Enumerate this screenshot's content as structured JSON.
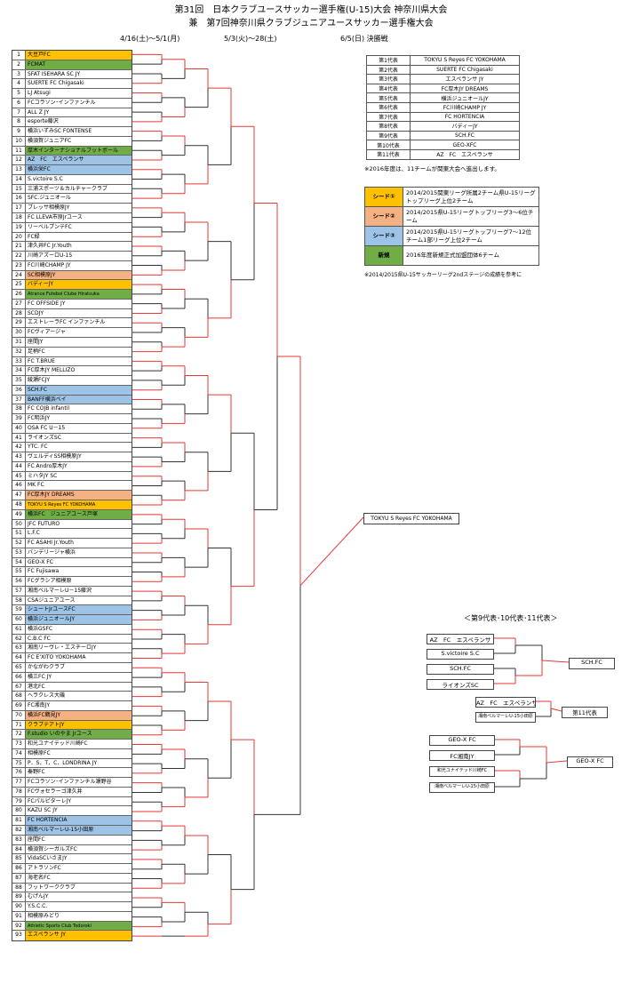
{
  "title_line1": "第31回　日本クラブユースサッカー選手権(U-15)大会 神奈川県大会",
  "title_line2": "兼　第7回神奈川県クラブジュニアユースサッカー選手権大会",
  "dates": [
    "4/16(土)〜5/1(月)",
    "5/3(火)〜28(土)",
    "6/5(日) 決勝戦"
  ],
  "teams": [
    {
      "no": "1",
      "name": "大豆戸FC",
      "seed": "s1"
    },
    {
      "no": "2",
      "name": "FCMAT",
      "seed": "nw"
    },
    {
      "no": "3",
      "name": "SFAT ISEHARA SC JY",
      "seed": ""
    },
    {
      "no": "4",
      "name": "SUERTE FC Chigasaki",
      "seed": ""
    },
    {
      "no": "5",
      "name": "LJ Atsugi",
      "seed": ""
    },
    {
      "no": "6",
      "name": "FCコラソン･インファンチル",
      "seed": ""
    },
    {
      "no": "7",
      "name": "ALL Z JY",
      "seed": ""
    },
    {
      "no": "8",
      "name": "esporte藤沢",
      "seed": ""
    },
    {
      "no": "9",
      "name": "横浜いずみSC FONTENSE",
      "seed": ""
    },
    {
      "no": "10",
      "name": "横須賀ジュニアFC",
      "seed": ""
    },
    {
      "no": "11",
      "name": "厚木インターナショナルフットボール",
      "seed": "nw"
    },
    {
      "no": "12",
      "name": "AZ　FC　エスペランサ",
      "seed": "s3"
    },
    {
      "no": "13",
      "name": "横浜栄FC",
      "seed": "s3"
    },
    {
      "no": "14",
      "name": "S.victoire S.C",
      "seed": ""
    },
    {
      "no": "15",
      "name": "三浦スポーツ＆カルチャークラブ",
      "seed": ""
    },
    {
      "no": "16",
      "name": "SFC.ジュニオール",
      "seed": ""
    },
    {
      "no": "17",
      "name": "ブレッサ相模原JY",
      "seed": ""
    },
    {
      "no": "18",
      "name": "FC LLEVA市原Jrユース",
      "seed": ""
    },
    {
      "no": "19",
      "name": "リーベルプンテFC",
      "seed": ""
    },
    {
      "no": "20",
      "name": "FC緑",
      "seed": ""
    },
    {
      "no": "21",
      "name": "津久井FC Jr.Youth",
      "seed": ""
    },
    {
      "no": "22",
      "name": "川崎アズーロU-15",
      "seed": ""
    },
    {
      "no": "23",
      "name": "FC川崎CHAMP JY",
      "seed": ""
    },
    {
      "no": "24",
      "name": "SC相模原JY",
      "seed": "s2"
    },
    {
      "no": "25",
      "name": "バディーJY",
      "seed": "s1"
    },
    {
      "no": "26",
      "name": "Atrance Futebol Clube Hiratsuka",
      "seed": "nw"
    },
    {
      "no": "27",
      "name": "FC OFFSIDE JY",
      "seed": ""
    },
    {
      "no": "28",
      "name": "SCDJY",
      "seed": ""
    },
    {
      "no": "29",
      "name": "エストレーラFC インファンチル",
      "seed": ""
    },
    {
      "no": "30",
      "name": "FCヴィアージャ",
      "seed": ""
    },
    {
      "no": "31",
      "name": "座間JY",
      "seed": ""
    },
    {
      "no": "32",
      "name": "足柄FC",
      "seed": ""
    },
    {
      "no": "33",
      "name": "FC T.BRUE",
      "seed": ""
    },
    {
      "no": "34",
      "name": "FC厚木JY MELLIZO",
      "seed": ""
    },
    {
      "no": "35",
      "name": "綾瀬FCJY",
      "seed": ""
    },
    {
      "no": "36",
      "name": "SCH.FC",
      "seed": "s3"
    },
    {
      "no": "37",
      "name": "BANFF横浜ベイ",
      "seed": "s3"
    },
    {
      "no": "38",
      "name": "FC COJB infantil",
      "seed": ""
    },
    {
      "no": "39",
      "name": "FC明浜JY",
      "seed": ""
    },
    {
      "no": "40",
      "name": "OSA FC U－15",
      "seed": ""
    },
    {
      "no": "41",
      "name": "ライオンズSC",
      "seed": ""
    },
    {
      "no": "42",
      "name": "YTC. FC",
      "seed": ""
    },
    {
      "no": "43",
      "name": "ヴェルディSS相模原JY",
      "seed": ""
    },
    {
      "no": "44",
      "name": "FC Andro厚木JY",
      "seed": ""
    },
    {
      "no": "45",
      "name": "ミハタJY SC",
      "seed": ""
    },
    {
      "no": "46",
      "name": "MK FC",
      "seed": ""
    },
    {
      "no": "47",
      "name": "FC厚木JY DREAMS",
      "seed": "s2"
    },
    {
      "no": "48",
      "name": "TOKYU S Reyes FC YOKOHAMA",
      "seed": "s1"
    },
    {
      "no": "49",
      "name": "横浜FC　ジュニアユース戸塚",
      "seed": "nw"
    },
    {
      "no": "50",
      "name": "JFC FUTURO",
      "seed": ""
    },
    {
      "no": "51",
      "name": "L.F.C",
      "seed": ""
    },
    {
      "no": "52",
      "name": "FC ASAHI Jr.Youth",
      "seed": ""
    },
    {
      "no": "53",
      "name": "バンデリージャ横浜",
      "seed": ""
    },
    {
      "no": "54",
      "name": "GEO-X FC",
      "seed": ""
    },
    {
      "no": "55",
      "name": "FC Fujisawa",
      "seed": ""
    },
    {
      "no": "56",
      "name": "FCグラシア相模原",
      "seed": ""
    },
    {
      "no": "57",
      "name": "湘南ベルマーレU－15藤沢",
      "seed": ""
    },
    {
      "no": "58",
      "name": "CSAジュニアユース",
      "seed": ""
    },
    {
      "no": "59",
      "name": "シュートJrユースFC",
      "seed": "s3"
    },
    {
      "no": "60",
      "name": "横浜ジュニオールJY",
      "seed": "s3"
    },
    {
      "no": "61",
      "name": "横浜GSFC",
      "seed": ""
    },
    {
      "no": "62",
      "name": "C.B.C FC",
      "seed": ""
    },
    {
      "no": "63",
      "name": "湘南リーヴレ・エスチーロJY",
      "seed": ""
    },
    {
      "no": "64",
      "name": "FC E'XITO YOKOHAMA",
      "seed": ""
    },
    {
      "no": "65",
      "name": "かながわクラブ",
      "seed": ""
    },
    {
      "no": "66",
      "name": "横三FC JY",
      "seed": ""
    },
    {
      "no": "67",
      "name": "港北FC",
      "seed": ""
    },
    {
      "no": "68",
      "name": "ヘラクレス大磯",
      "seed": ""
    },
    {
      "no": "69",
      "name": "FC湘南JY",
      "seed": ""
    },
    {
      "no": "70",
      "name": "横浜FC鶴見JY",
      "seed": "s2"
    },
    {
      "no": "71",
      "name": "クラブテアトJY",
      "seed": "s1"
    },
    {
      "no": "72",
      "name": "F.studio いのやま Jrユース",
      "seed": "nw"
    },
    {
      "no": "73",
      "name": "和光ユナイテッド川崎FC",
      "seed": ""
    },
    {
      "no": "74",
      "name": "相模原FC",
      "seed": ""
    },
    {
      "no": "75",
      "name": "P．S．T．C．LONDRINA JY",
      "seed": ""
    },
    {
      "no": "76",
      "name": "秦野FC",
      "seed": ""
    },
    {
      "no": "77",
      "name": "FCコラソン･インファンチル瀬野谷",
      "seed": ""
    },
    {
      "no": "78",
      "name": "FCヴォセラーゴ津久井",
      "seed": ""
    },
    {
      "no": "79",
      "name": "FCパルピターレJY",
      "seed": ""
    },
    {
      "no": "80",
      "name": "KAZU SC JY",
      "seed": ""
    },
    {
      "no": "81",
      "name": "FC HORTENCIA",
      "seed": "s3"
    },
    {
      "no": "82",
      "name": "湘南ベルマーレU-15小田原",
      "seed": "s3"
    },
    {
      "no": "83",
      "name": "座間FC",
      "seed": ""
    },
    {
      "no": "84",
      "name": "横須賀シーガルズFC",
      "seed": ""
    },
    {
      "no": "85",
      "name": "VidaSCいさまJY",
      "seed": ""
    },
    {
      "no": "86",
      "name": "アトラソンFC",
      "seed": ""
    },
    {
      "no": "87",
      "name": "海老名FC",
      "seed": ""
    },
    {
      "no": "88",
      "name": "フットワーククラブ",
      "seed": ""
    },
    {
      "no": "89",
      "name": "むげんJY",
      "seed": ""
    },
    {
      "no": "90",
      "name": "Y.S.C.C.",
      "seed": ""
    },
    {
      "no": "91",
      "name": "相模原みどり",
      "seed": ""
    },
    {
      "no": "92",
      "name": "Athletic Sports Club Todoroki",
      "seed": "nw"
    },
    {
      "no": "93",
      "name": "エスペランサ JY",
      "seed": "s1"
    }
  ],
  "representatives": [
    {
      "rank": "第1代表",
      "team": "TOKYU S Reyes FC YOKOHAMA"
    },
    {
      "rank": "第2代表",
      "team": "SUERTE FC Chigasaki"
    },
    {
      "rank": "第3代表",
      "team": "エスペランサ JY"
    },
    {
      "rank": "第4代表",
      "team": "FC厚木JY DREAMS"
    },
    {
      "rank": "第5代表",
      "team": "横浜ジュニオールJY"
    },
    {
      "rank": "第6代表",
      "team": "FC川崎CHAMP JY"
    },
    {
      "rank": "第7代表",
      "team": "FC HORTENCIA"
    },
    {
      "rank": "第8代表",
      "team": "バディーJY"
    },
    {
      "rank": "第9代表",
      "team": "SCH.FC"
    },
    {
      "rank": "第10代表",
      "team": "GEO-XFC"
    },
    {
      "rank": "第11代表",
      "team": "AZ　FC　エスペランサ"
    }
  ],
  "rep_note": "※2016年度は、11チームが関東大会へ進出します。",
  "legend": [
    {
      "badge": "シード①",
      "cls": "s1",
      "text": "2014/2015関東リーグ所属2チーム県U-15リーグトップリーグ上位2チーム"
    },
    {
      "badge": "シード②",
      "cls": "s2",
      "text": "2014/2015県U-15リーグトップリーグ3〜6位チーム"
    },
    {
      "badge": "シード③",
      "cls": "s3",
      "text": "2014/2015県U-15リーグトップリーグ7〜12位チーム1部リーグ上位2チーム"
    },
    {
      "badge": "新規",
      "cls": "nw",
      "text": "2016年度新規正式加盟団体6チーム"
    }
  ],
  "legend_note": "※2014/2015県U-15サッカーリーグ2ndステージの成績を参考に",
  "champion": "TOKYU S Reyes FC YOKOHAMA",
  "sub_title": "＜第9代表･10代表･11代表＞",
  "sub": {
    "q9": [
      "AZ　FC　エスペランサ",
      "S.victoire S.C",
      "SCH.FC",
      "ライオンズSC"
    ],
    "w9": "SCH.FC",
    "q10": [
      "AZ　FC　エスペランサ",
      "湘南ベルマーレU-15小田原"
    ],
    "w10": "第11代表",
    "q11": [
      "GEO-X FC",
      "FC湘南JY",
      "和光ユナイテッド川崎FC",
      "湘南ベルマーレU-15小田原"
    ],
    "w11": "GEO-X FC"
  },
  "colors": {
    "win": "#e53935",
    "line": "#333333",
    "s1": "#ffc000",
    "s2": "#f4b183",
    "s3": "#9dc3e6",
    "new": "#70ad47"
  }
}
